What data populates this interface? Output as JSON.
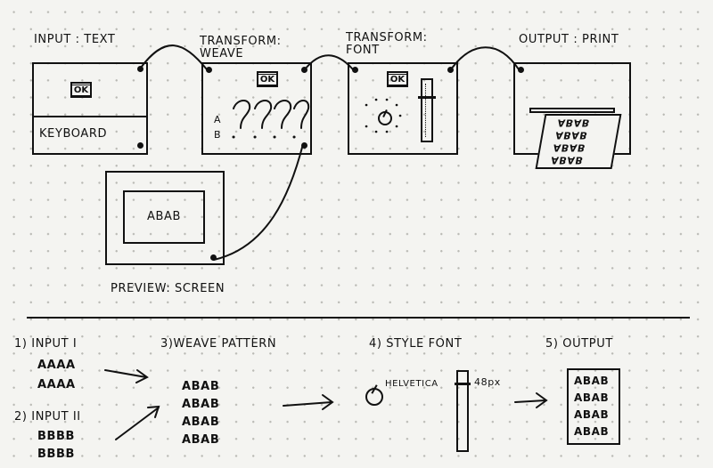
{
  "modules": {
    "input_text": {
      "title": "INPUT : TEXT",
      "ok": "OK",
      "keyboard": "KEYBOARD"
    },
    "transform_weave": {
      "title_line1": "TRANSFORM:",
      "title_line2": "WEAVE",
      "ok": "OK",
      "row_a": "A",
      "row_b": "B"
    },
    "transform_font": {
      "title_line1": "TRANSFORM:",
      "title_line2": "FONT",
      "ok": "OK"
    },
    "output_print": {
      "title": "OUTPUT : PRINT",
      "paper_lines": [
        "ABAB",
        "ABAB",
        "ABAB",
        "ABAB"
      ]
    },
    "preview_screen": {
      "title": "PREVIEW: SCREEN",
      "screen_text": "ABAB"
    }
  },
  "steps": {
    "step1": {
      "label": "1) INPUT I",
      "lines": [
        "AAAA",
        "AAAA"
      ]
    },
    "step2": {
      "label": "2) INPUT II",
      "lines": [
        "BBBB",
        "BBBB"
      ]
    },
    "step3": {
      "label": "3)WEAVE PATTERN",
      "lines": [
        "ABAB",
        "ABAB",
        "ABAB",
        "ABAB"
      ]
    },
    "step4": {
      "label": "4) STYLE FONT",
      "font_name": "HELVETICA",
      "size": "48px"
    },
    "step5": {
      "label": "5) OUTPUT",
      "lines": [
        "ABAB",
        "ABAB",
        "ABAB",
        "ABAB"
      ]
    }
  }
}
